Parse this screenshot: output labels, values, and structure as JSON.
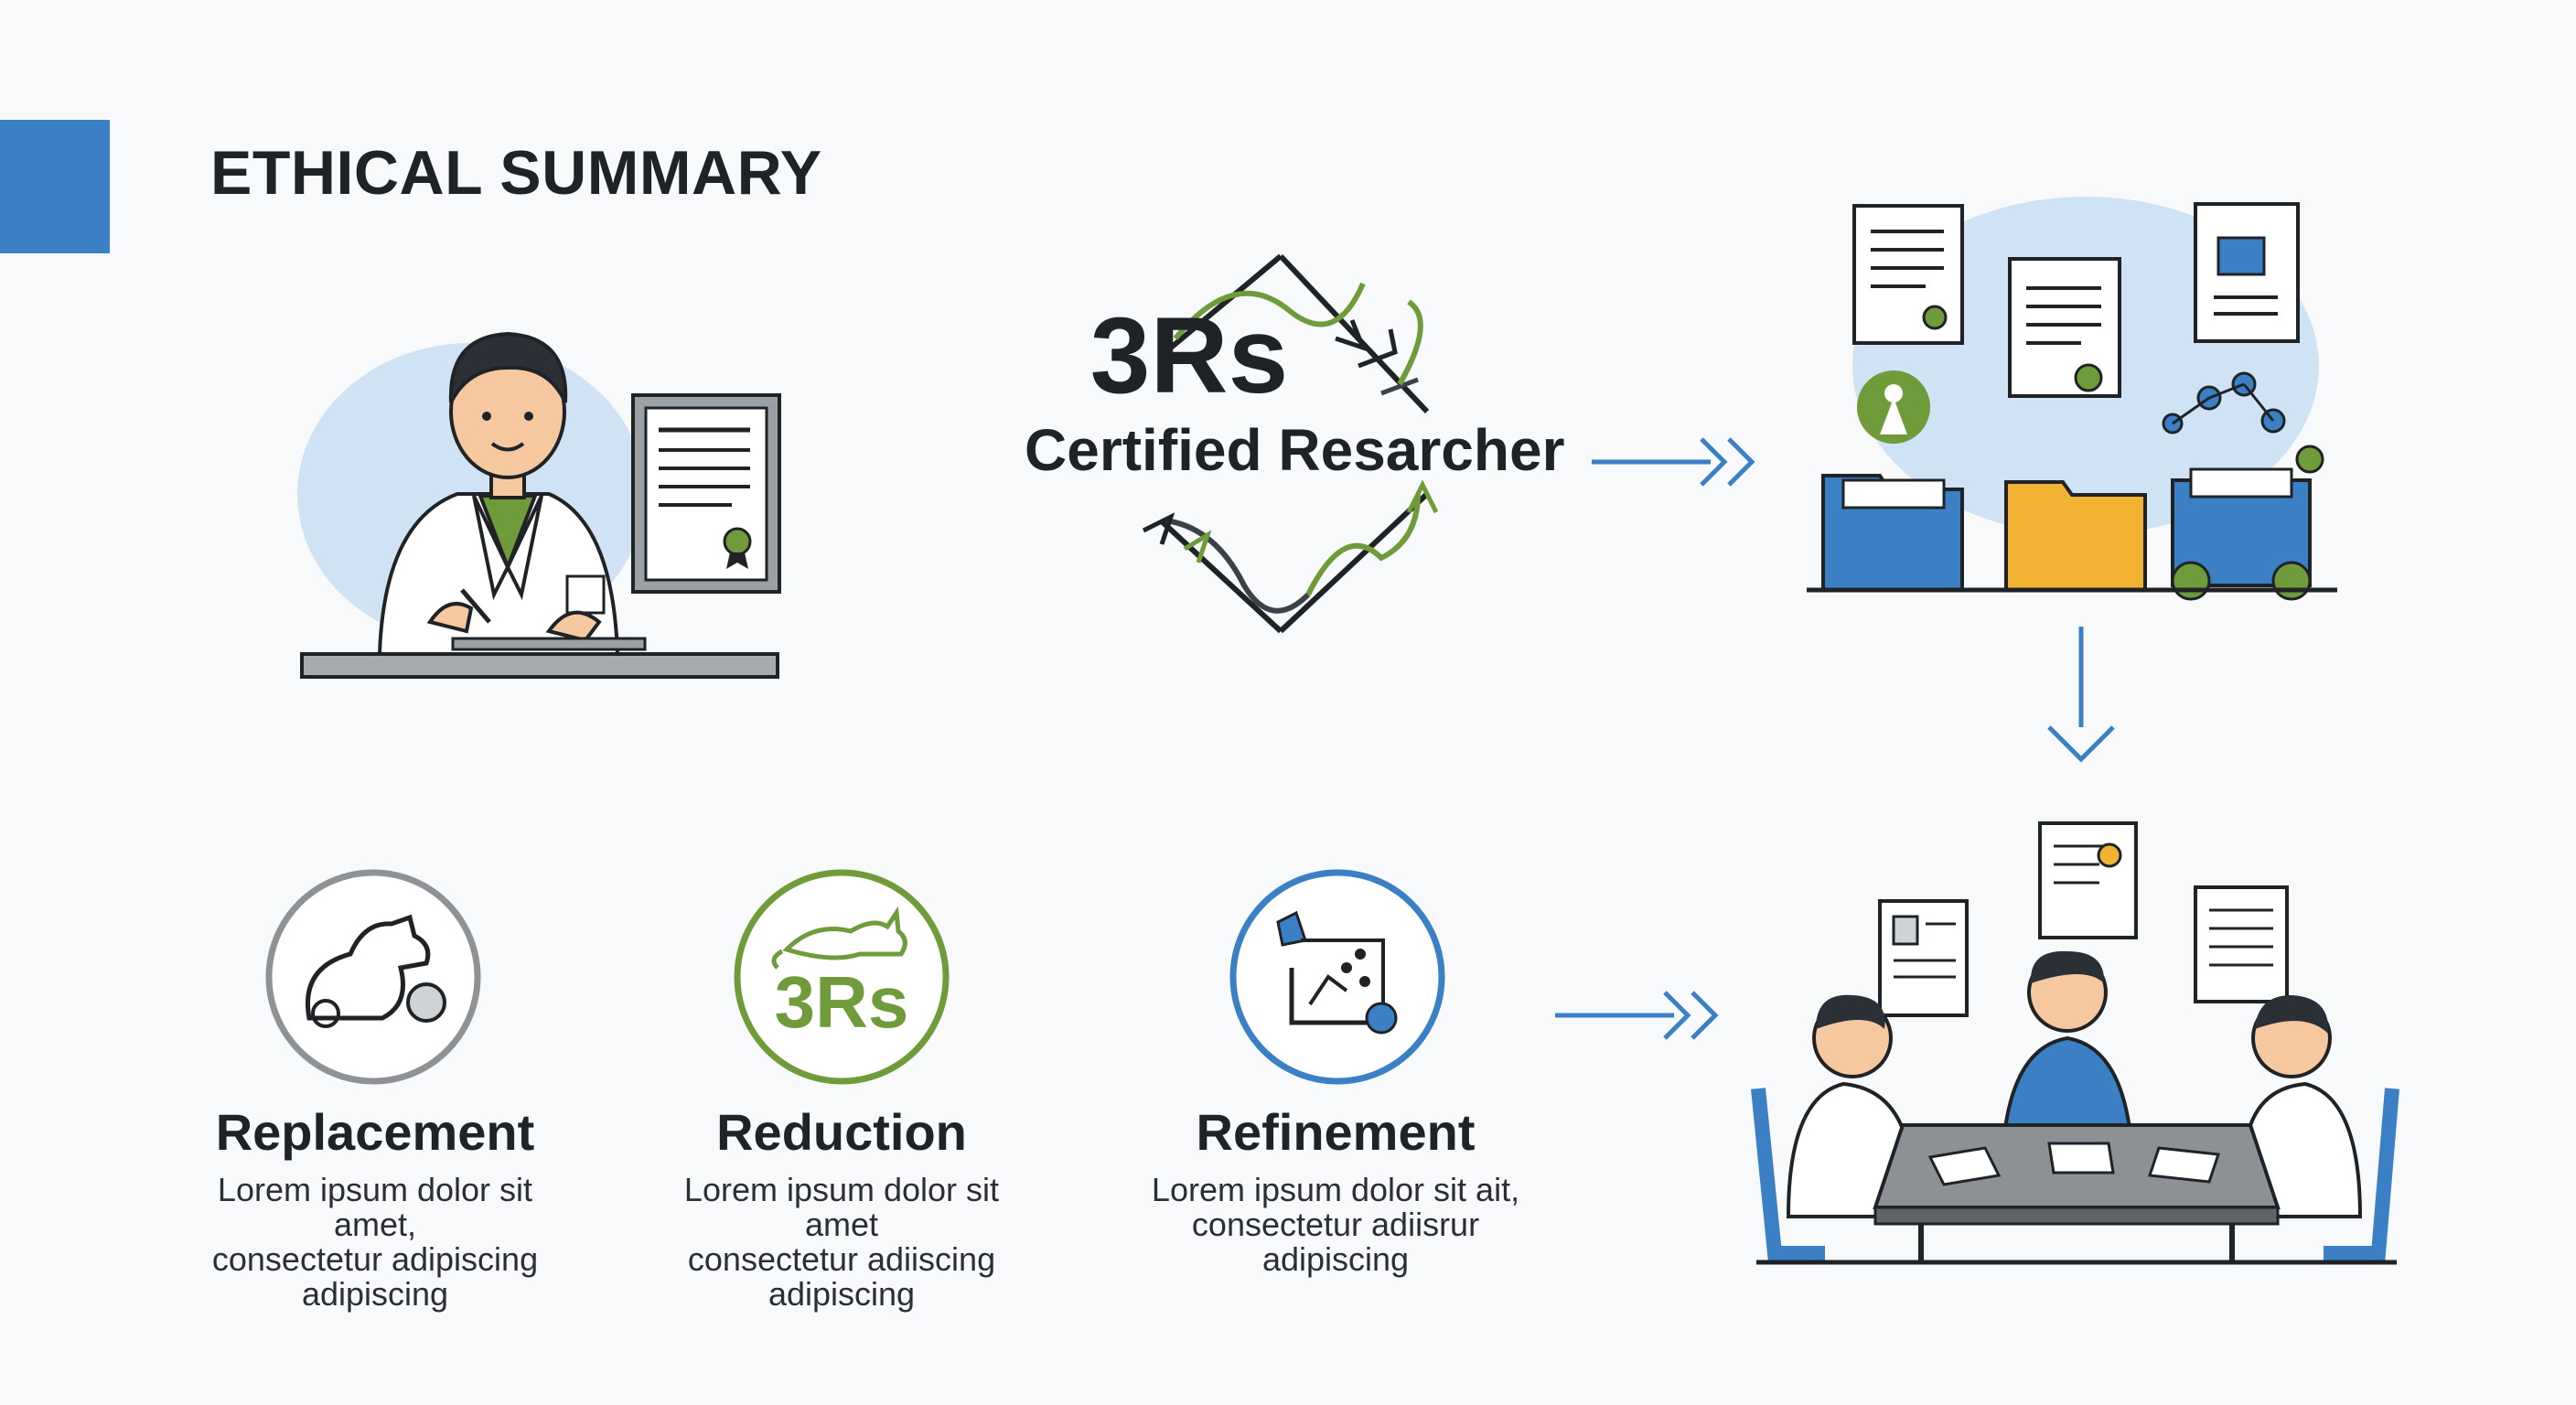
{
  "header": {
    "title": "ETHICAL SUMMARY"
  },
  "badge": {
    "big_text": "3Rs",
    "small_text": "Certified Resarcher"
  },
  "pillars": [
    {
      "title": "Replacement",
      "desc_line1": "Lorem ipsum dolor sit amet,",
      "desc_line2": "consectetur adipiscing",
      "desc_line3": "adipiscing",
      "icon": "animal-icon",
      "ring_color": "#8f9295"
    },
    {
      "title": "Reduction",
      "desc_line1": "Lorem ipsum dolor sit amet",
      "desc_line2": "consectetur adiiscing",
      "desc_line3": "adipiscing",
      "icon": "3rs-mouse-icon",
      "icon_text": "3Rs",
      "ring_color": "#6f9b3a"
    },
    {
      "title": "Refinement",
      "desc_line1": "Lorem ipsum dolor sit ait,",
      "desc_line2": "consectetur adiisrur",
      "desc_line3": "adipiscing",
      "icon": "lab-chart-icon",
      "ring_color": "#3b7fc4"
    }
  ],
  "colors": {
    "accent": "#3b7fc4",
    "green": "#6f9b3a",
    "yellow": "#f2b232",
    "dark": "#1f2326"
  }
}
